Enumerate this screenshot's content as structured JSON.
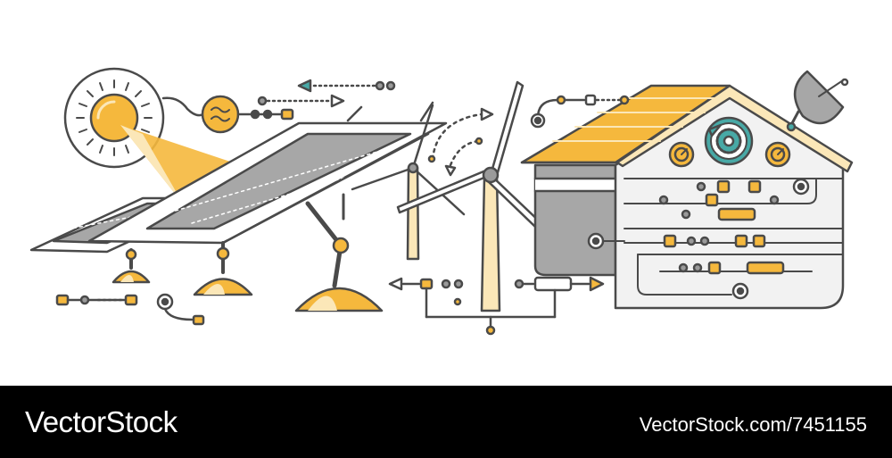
{
  "footer": {
    "brand": "VectorStock",
    "image_ref": "VectorStock.com/7451155",
    "background": "#000000",
    "text_color": "#ffffff"
  },
  "illustration": {
    "subject": "renewable energy: sun, solar panels, wind turbines, smart house",
    "colors": {
      "accent": "#f5b83d",
      "accent_light": "#fbe7b8",
      "stroke": "#4a4a4a",
      "panel": "#a7a7a7",
      "gear_teal": "#48a9a6"
    },
    "icons": [
      "sun-icon",
      "ac-wave-icon",
      "solar-panel-icon",
      "wind-turbine-icon",
      "house-icon",
      "satellite-dish-icon",
      "gear-icon",
      "dial-icon"
    ]
  }
}
